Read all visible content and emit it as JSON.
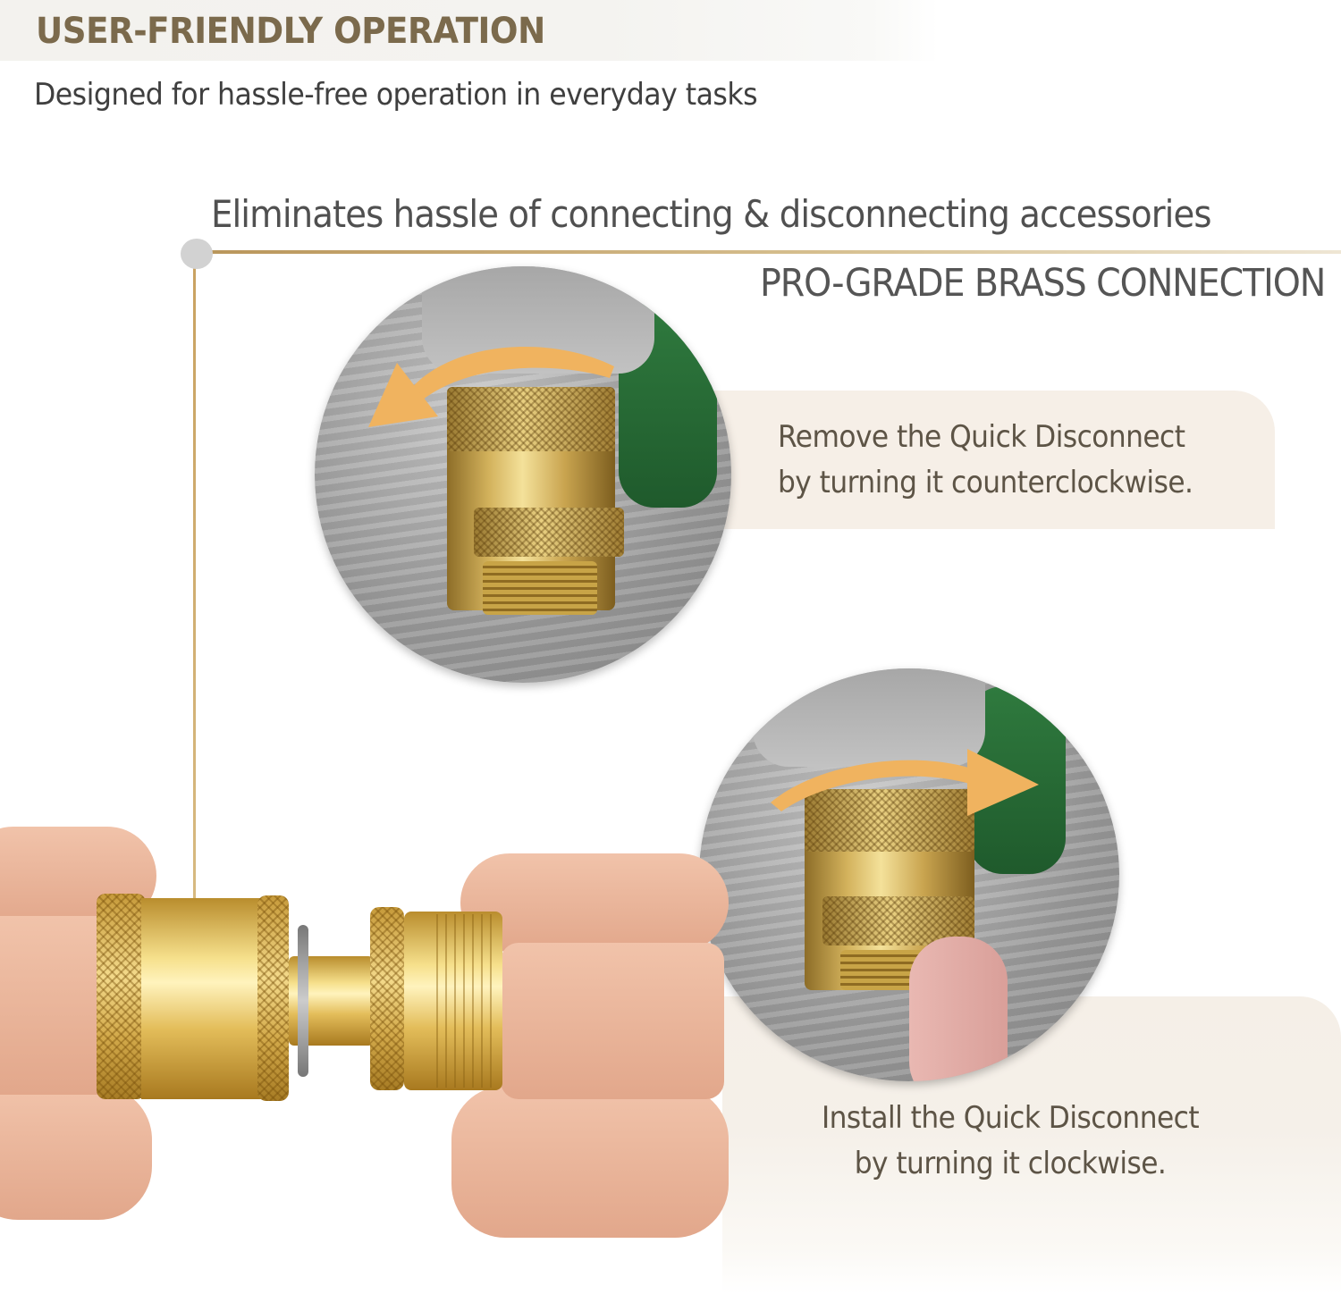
{
  "header": {
    "title": "USER-FRIENDLY OPERATION",
    "subtitle": "Designed for hassle-free operation in everyday tasks"
  },
  "feature": {
    "headline": "Eliminates hassle of connecting & disconnecting accessories",
    "section_title": "PRO-GRADE BRASS CONNECTION"
  },
  "steps": [
    {
      "line1": "Remove the Quick Disconnect",
      "line2": "by turning it counterclockwise.",
      "direction": "counterclockwise",
      "image": "brass-quick-disconnect-on-spigot-photo",
      "arrow_icon": "counterclockwise-arrow-icon"
    },
    {
      "line1": "Install the Quick Disconnect",
      "line2": "by turning it clockwise.",
      "direction": "clockwise",
      "image": "brass-quick-disconnect-on-spigot-photo",
      "arrow_icon": "clockwise-arrow-icon"
    }
  ],
  "product_photo": "hands-holding-brass-quick-connect-fitting",
  "colors": {
    "title_brown": "#7b6a4c",
    "text_gray": "#4a4a4a",
    "callout_bg": "#f6efe7",
    "callout_text": "#5d5446",
    "gold_line": "#c9a261",
    "arrow_orange": "#f0b35f",
    "dot_gray": "#d2d2d2"
  }
}
